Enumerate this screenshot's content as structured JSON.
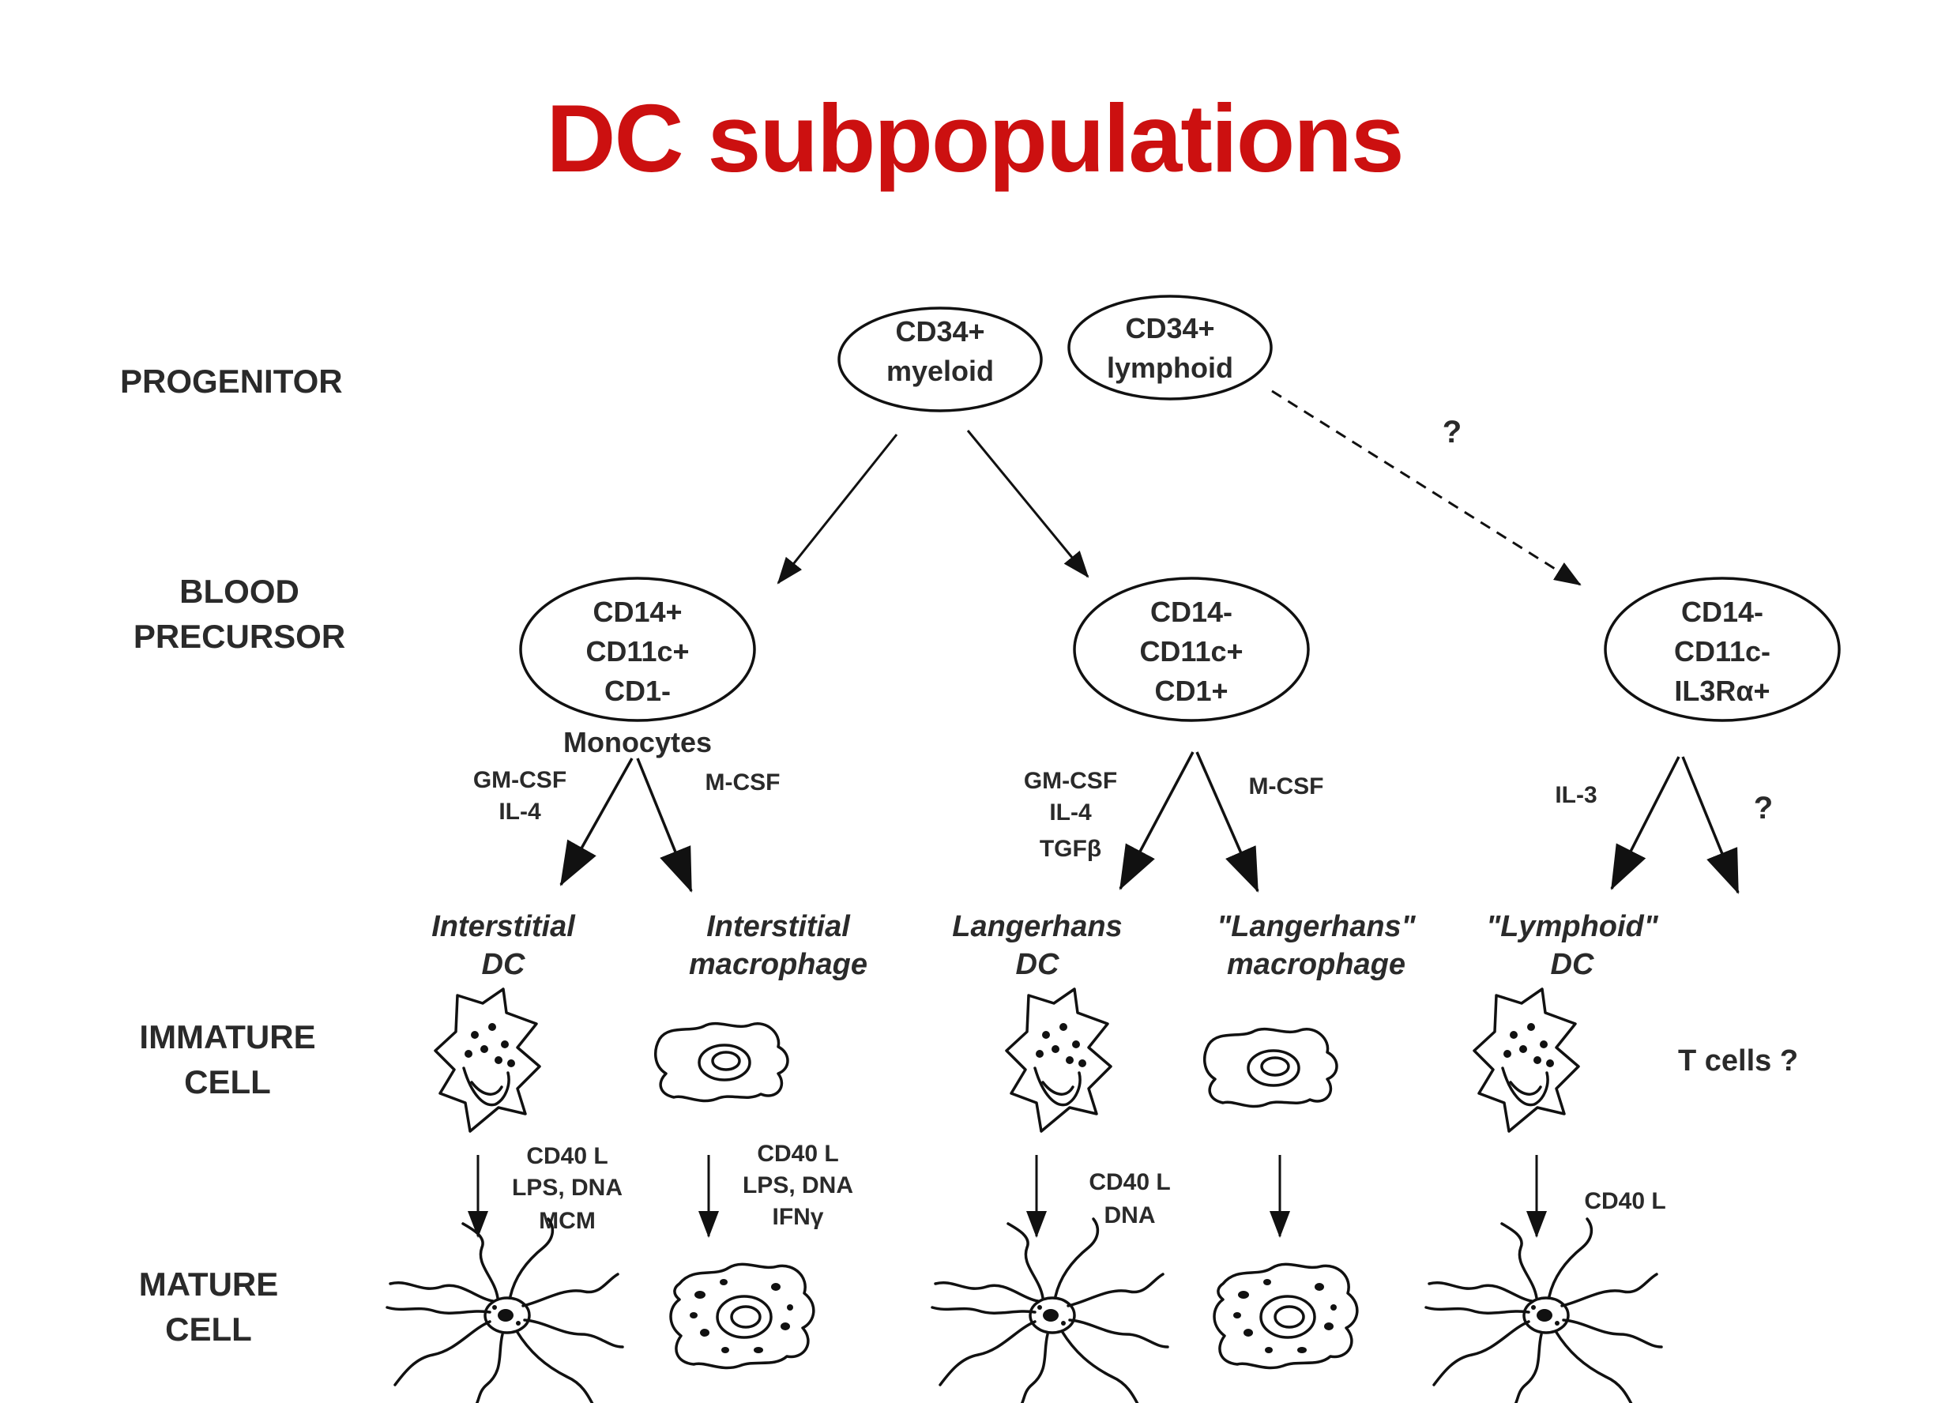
{
  "title": "DC subpopulations",
  "levels": {
    "progenitor": "PROGENITOR",
    "blood_1": "BLOOD",
    "blood_2": "PRECURSOR",
    "immature_1": "IMMATURE",
    "immature_2": "CELL",
    "mature_1": "MATURE",
    "mature_2": "CELL"
  },
  "progenitors": {
    "myeloid": [
      "CD34+",
      "myeloid"
    ],
    "lymphoid": [
      "CD34+",
      "lymphoid"
    ],
    "unknown_path": "?"
  },
  "precursors": {
    "monocyte": [
      "CD14+",
      "CD11c+",
      "CD1-"
    ],
    "monocyte_label": "Monocytes",
    "cd1": [
      "CD14-",
      "CD11c+",
      "CD1+"
    ],
    "il3": [
      "CD14-",
      "CD11c-",
      "IL3Rα+"
    ]
  },
  "factors": {
    "gm_a": [
      "GM-CSF",
      "IL-4"
    ],
    "mcsf_a": "M-CSF",
    "gm_b": [
      "GM-CSF",
      "IL-4",
      "TGFβ"
    ],
    "mcsf_b": "M-CSF",
    "il3": "IL-3",
    "il3_q": "?"
  },
  "immature_cells": {
    "int_dc": [
      "Interstitial",
      "DC"
    ],
    "int_mac": [
      "Interstitial",
      "macrophage"
    ],
    "lc_dc": [
      "Langerhans",
      "DC"
    ],
    "lc_mac": [
      "\"Langerhans\"",
      "macrophage"
    ],
    "lym_dc": [
      "\"Lymphoid\"",
      "DC"
    ],
    "t_cells": "T cells ?"
  },
  "maturation": {
    "int_dc": [
      "CD40 L",
      "LPS, DNA",
      "MCM"
    ],
    "int_mac": [
      "CD40 L",
      "LPS, DNA",
      "IFNγ"
    ],
    "lc_dc": [
      "CD40 L",
      "DNA"
    ],
    "lym_dc": "CD40 L"
  }
}
